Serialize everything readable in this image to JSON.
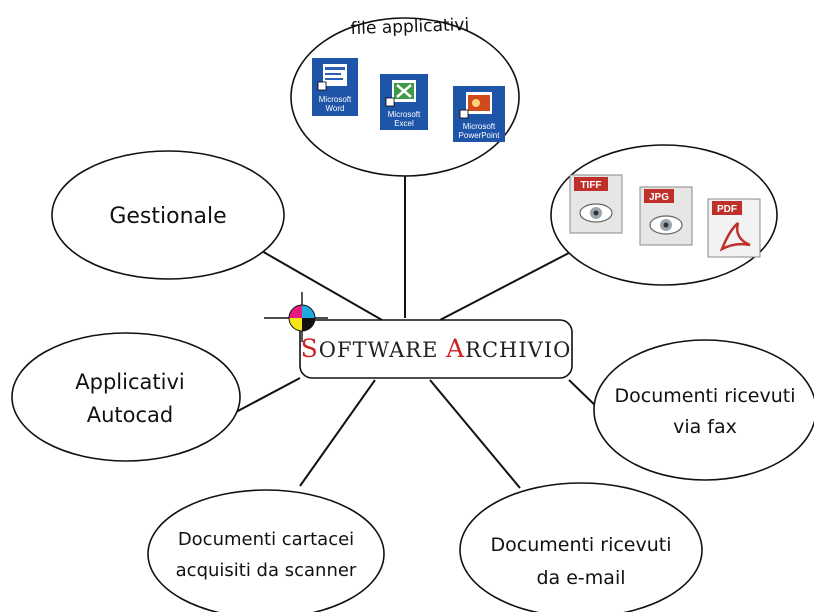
{
  "center": {
    "title_first_a": "S",
    "title_rest_a": "OFTWARE ",
    "title_first_b": "A",
    "title_rest_b": "RCHIVIO",
    "accent_color": "#cc2222",
    "text_color": "#222222"
  },
  "nodes": {
    "file_applicativi": {
      "label": "file applicativi",
      "icons": [
        {
          "name": "word-icon",
          "line1": "Microsoft",
          "line2": "Word",
          "glyph": "W",
          "color": "#2b5fb5"
        },
        {
          "name": "excel-icon",
          "line1": "Microsoft",
          "line2": "Excel",
          "glyph": "X",
          "color": "#2e8b3e"
        },
        {
          "name": "powerpoint-icon",
          "line1": "Microsoft",
          "line2": "PowerPoint",
          "glyph": "P",
          "color": "#d04a1e"
        }
      ]
    },
    "gestionale": {
      "label": "Gestionale"
    },
    "formats": {
      "items": [
        {
          "name": "tiff-icon",
          "badge": "TIFF",
          "kind": "eye"
        },
        {
          "name": "jpg-icon",
          "badge": "JPG",
          "kind": "eye"
        },
        {
          "name": "pdf-icon",
          "badge": "PDF",
          "kind": "pdf"
        }
      ]
    },
    "autocad": {
      "line1": "Applicativi",
      "line2": "Autocad"
    },
    "fax": {
      "line1": "Documenti ricevuti",
      "line2": "via fax"
    },
    "scanner": {
      "line1": "Documenti cartacei",
      "line2": "acquisiti da scanner"
    },
    "email": {
      "line1": "Documenti ricevuti",
      "line2": "da e-mail"
    }
  }
}
